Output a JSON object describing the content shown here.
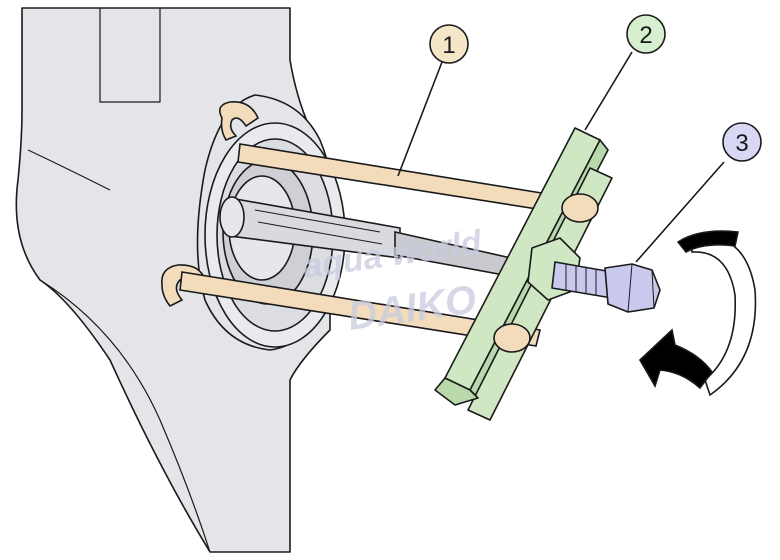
{
  "callouts": [
    {
      "label": "1",
      "fill": "#f5e6c8"
    },
    {
      "label": "2",
      "fill": "#d6efce"
    },
    {
      "label": "3",
      "fill": "#d8d8f4"
    }
  ],
  "watermark": {
    "line1": "aqua world",
    "line2": "DAIKO"
  },
  "colors": {
    "housing": "#e4e5e8",
    "rod": "#f2dcbc",
    "puller_plate": "#cfe8c3",
    "bolt": "#c9c9ee",
    "shaft": "#d9dadf",
    "outline": "#1a1a1a",
    "arrow": "#000000"
  },
  "icons": {
    "rotation": "clockwise-rotation-arrow-icon"
  }
}
